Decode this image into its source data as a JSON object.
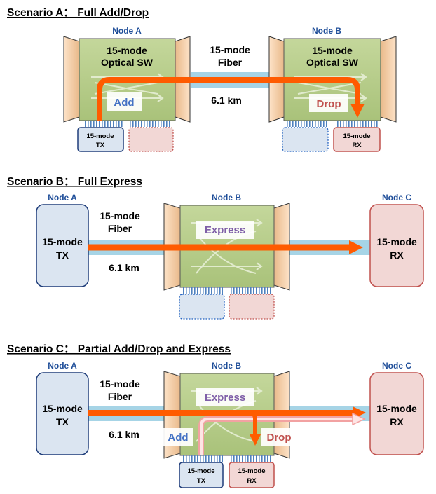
{
  "scenario_a": {
    "title": "Scenario A： Full Add/Drop",
    "node_a": "Node A",
    "node_b": "Node B",
    "sw_a_line1": "15-mode",
    "sw_a_line2": "Optical SW",
    "sw_b_line1": "15-mode",
    "sw_b_line2": "Optical SW",
    "fiber_line1": "15-mode",
    "fiber_line2": "Fiber",
    "distance": "6.1 km",
    "add_label": "Add",
    "drop_label": "Drop",
    "tx_line1": "15-mode",
    "tx_line2": "TX",
    "rx_line1": "15-mode",
    "rx_line2": "RX"
  },
  "scenario_b": {
    "title": "Scenario B： Full Express",
    "node_a": "Node A",
    "node_b": "Node B",
    "node_c": "Node C",
    "tx_line1": "15-mode",
    "tx_line2": "TX",
    "rx_line1": "15-mode",
    "rx_line2": "RX",
    "fiber_line1": "15-mode",
    "fiber_line2": "Fiber",
    "distance": "6.1 km",
    "express_label": "Express"
  },
  "scenario_c": {
    "title": "Scenario C： Partial Add/Drop and Express",
    "node_a": "Node A",
    "node_b": "Node B",
    "node_c": "Node C",
    "tx_line1": "15-mode",
    "tx_line2": "TX",
    "rx_line1": "15-mode",
    "rx_line2": "RX",
    "fiber_line1": "15-mode",
    "fiber_line2": "Fiber",
    "distance": "6.1 km",
    "express_label": "Express",
    "add_label": "Add",
    "drop_label": "Drop",
    "local_tx_line1": "15-mode",
    "local_tx_line2": "TX",
    "local_rx_line1": "15-mode",
    "local_rx_line2": "RX"
  },
  "colors": {
    "switch_fill": "#b6cc8a",
    "fiber": "#a6d4e6",
    "arrow": "#ff5b00",
    "tx_fill": "#dbe5f1",
    "rx_fill": "#f2d7d5"
  }
}
